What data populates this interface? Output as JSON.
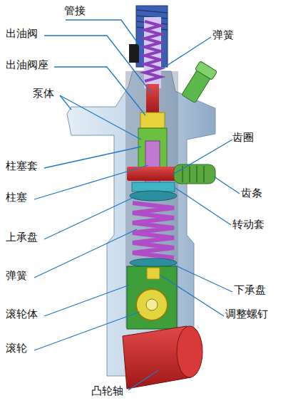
{
  "diagram": {
    "labels": [
      "管接",
      "弹簧",
      "出油阀",
      "出油阀座",
      "泵体",
      "齿圈",
      "柱塞套",
      "齿条",
      "柱塞",
      "转动套",
      "上承盘",
      "弹簧",
      "下承盘",
      "滚轮体",
      "调整螺钉",
      "滚轮",
      "凸轮轴"
    ]
  }
}
